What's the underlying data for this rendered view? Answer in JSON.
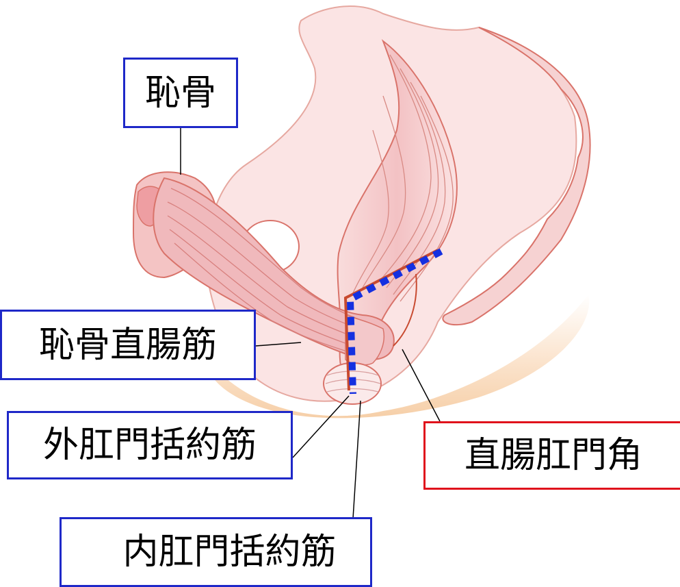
{
  "labels": {
    "pubis": "恥骨",
    "puborectalis": "恥骨直腸筋",
    "external_anal_sphincter": "外肛門括約筋",
    "anorectal_angle": "直腸肛門角",
    "internal_anal_sphincter": "内肛門括約筋"
  },
  "colors": {
    "tissue_fill": "#f6d2d2",
    "tissue_light": "#fbe4e4",
    "muscle_fill": "#f0b9bc",
    "outline": "#d9736a",
    "floor_band": "#f8d8b8",
    "blue_box_border": "#1e28c8",
    "red_box_border": "#e0121c",
    "angle_dashed_line": "#1530e0",
    "angle_solid_line": "#c84a30"
  }
}
